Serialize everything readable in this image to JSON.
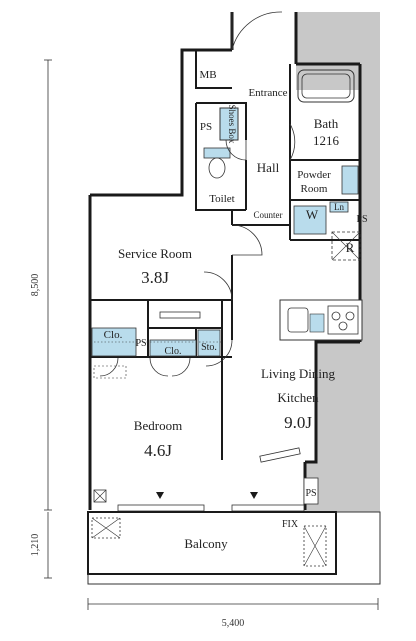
{
  "rooms": {
    "mb": "MB",
    "entrance": "Entrance",
    "bath": "Bath",
    "bath_size": "1216",
    "ps_upper": "PS",
    "shoes_box": "Shoes Box",
    "hall": "Hall",
    "powder_room_1": "Powder",
    "powder_room_2": "Room",
    "toilet": "Toilet",
    "counter": "Counter",
    "w": "W",
    "ln": "Ln",
    "ps_right": "PS",
    "refrigerator": "R",
    "service_room": "Service Room",
    "service_room_size": "3.8J",
    "clo_left": "Clo.",
    "ps_mid": "PS",
    "clo_mid": "Clo.",
    "sto": "Sto.",
    "living_1": "Living Dining",
    "living_2": "Kitchen",
    "living_size": "9.0J",
    "bedroom": "Bedroom",
    "bedroom_size": "4.6J",
    "ps_lower": "PS",
    "fix": "FIX",
    "balcony": "Balcony"
  },
  "dimensions": {
    "height_main": "8,500",
    "height_balcony": "1,210",
    "width": "5,400"
  },
  "colors": {
    "wall": "#1a1a1a",
    "fixture": "#b9dcec",
    "outer_wall": "#c8c8c8",
    "line": "#333333"
  }
}
